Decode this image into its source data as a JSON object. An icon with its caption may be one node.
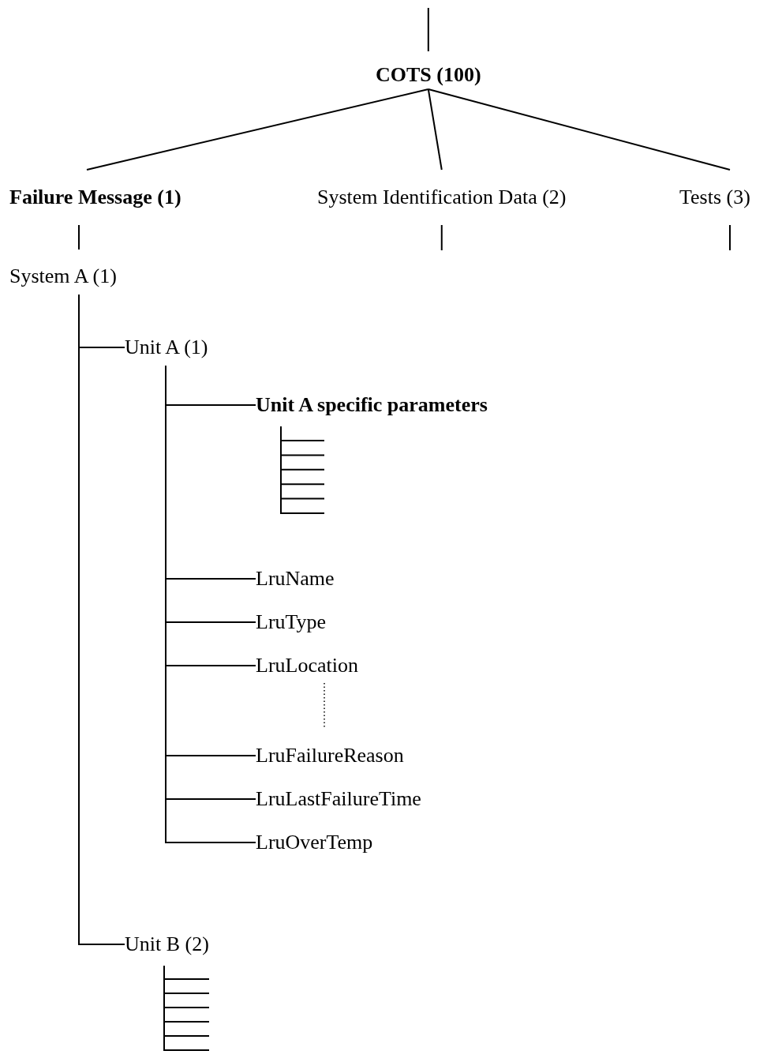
{
  "diagram": {
    "nodes": [
      {
        "text": [
          "COTS (100)"
        ]
      },
      {
        "text": [
          "Failure Message (1)"
        ]
      },
      {
        "text": [
          "System Identification Data (2)"
        ]
      },
      {
        "text": [
          "Tests (3)"
        ]
      },
      {
        "text": [
          "System A (1)"
        ]
      },
      {
        "text": [
          "Unit A (1)"
        ]
      },
      {
        "text": [
          "Unit A specific parameters"
        ]
      },
      {
        "text": [
          "LruName"
        ]
      },
      {
        "text": [
          "LruType"
        ]
      },
      {
        "text": [
          "LruLocation"
        ]
      },
      {
        "text": [
          "LruFailureReason"
        ]
      },
      {
        "text": [
          "LruLastFailureTime"
        ]
      },
      {
        "text": [
          "LruOverTemp"
        ]
      },
      {
        "text": [
          "Unit B (2)"
        ]
      }
    ],
    "edges": [
      {
        "from": null,
        "to": 0,
        "arrow": "none"
      },
      {
        "from": 0,
        "to": 1,
        "arrow": "none"
      },
      {
        "from": 0,
        "to": 2,
        "arrow": "none"
      },
      {
        "from": 0,
        "to": 3,
        "arrow": "none"
      },
      {
        "from": 1,
        "to": 4,
        "arrow": "none"
      },
      {
        "from": 2,
        "to": null,
        "arrow": "none"
      },
      {
        "from": 3,
        "to": null,
        "arrow": "none"
      },
      {
        "from": 4,
        "to": 5,
        "arrow": "none"
      },
      {
        "from": 5,
        "to": 6,
        "arrow": "none"
      },
      {
        "from": 6,
        "to": null,
        "arrow": "none"
      },
      {
        "from": 6,
        "to": null,
        "arrow": "none"
      },
      {
        "from": 6,
        "to": null,
        "arrow": "none"
      },
      {
        "from": 6,
        "to": null,
        "arrow": "none"
      },
      {
        "from": 6,
        "to": null,
        "arrow": "none"
      },
      {
        "from": 6,
        "to": null,
        "arrow": "none"
      },
      {
        "from": 5,
        "to": 7,
        "arrow": "none"
      },
      {
        "from": 5,
        "to": 8,
        "arrow": "none"
      },
      {
        "from": 5,
        "to": 9,
        "arrow": "none"
      },
      {
        "from": 5,
        "to": 10,
        "arrow": "none"
      },
      {
        "from": 5,
        "to": 11,
        "arrow": "none"
      },
      {
        "from": 5,
        "to": 12,
        "arrow": "none"
      },
      {
        "from": 4,
        "to": 13,
        "arrow": "none"
      },
      {
        "from": 13,
        "to": null,
        "arrow": "none"
      },
      {
        "from": 13,
        "to": null,
        "arrow": "none"
      },
      {
        "from": 13,
        "to": null,
        "arrow": "none"
      },
      {
        "from": 13,
        "to": null,
        "arrow": "none"
      },
      {
        "from": 13,
        "to": null,
        "arrow": "none"
      },
      {
        "from": 13,
        "to": null,
        "arrow": "none"
      }
    ]
  }
}
